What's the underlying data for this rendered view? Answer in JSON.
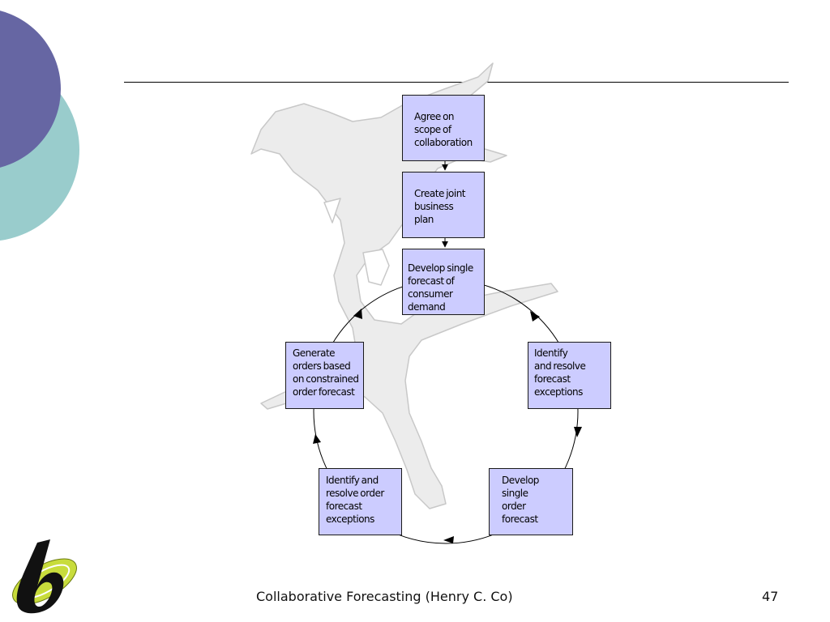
{
  "slide": {
    "footer": "Collaborative Forecasting (Henry C. Co)",
    "page_number": "47"
  },
  "colors": {
    "box_fill": "#ccccff",
    "circle_purple": "#6666a3",
    "circle_teal": "#99cccc",
    "logo_green": "#c8dc3c"
  },
  "diagram": {
    "steps": [
      {
        "text": "Agree on\nscope of\ncollaboration"
      },
      {
        "text": "Create joint\nbusiness\nplan"
      },
      {
        "text": "Develop single\nforecast of\nconsumer\ndemand"
      },
      {
        "text": "Identify\nand resolve\nforecast\nexceptions"
      },
      {
        "text": "Develop\nsingle\norder\nforecast"
      },
      {
        "text": "Identify and\nresolve order\nforecast\nexceptions"
      },
      {
        "text": "Generate\norders based\non constrained\norder forecast"
      }
    ]
  }
}
